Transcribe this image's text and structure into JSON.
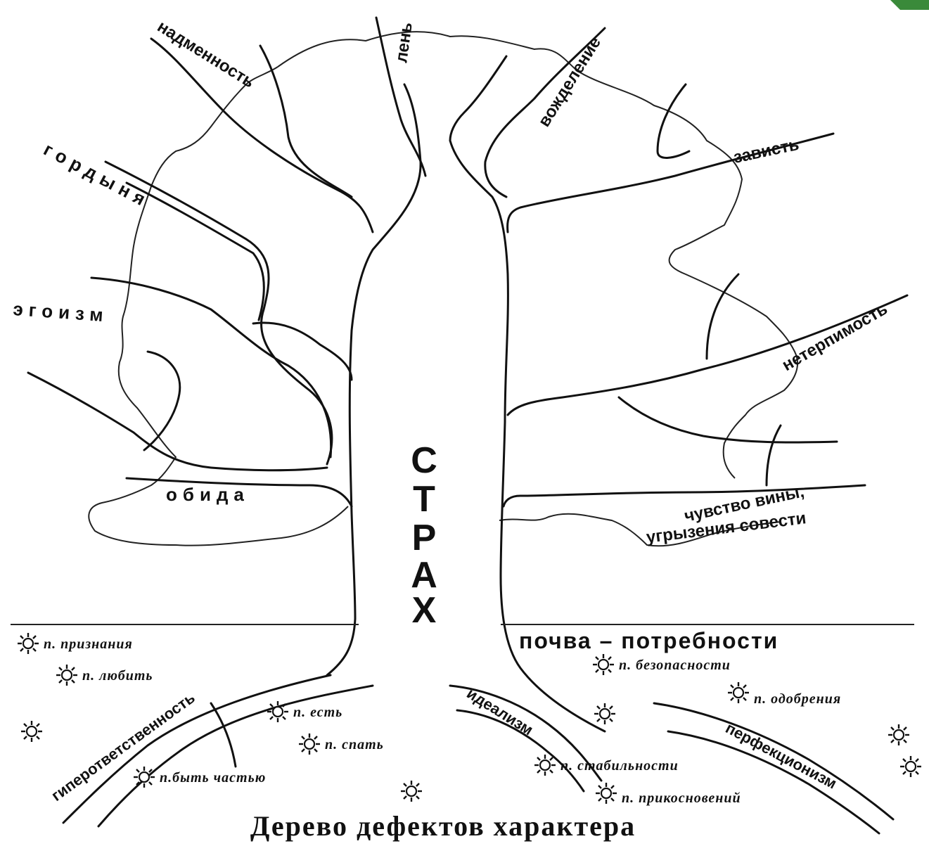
{
  "title": "Дерево дефектов характера",
  "trunk": [
    "С",
    "Т",
    "Р",
    "А",
    "Х"
  ],
  "branches": {
    "nadmennost": "надменность",
    "len": "лень",
    "vozhdelenie": "вожделение",
    "zavist": "зависть",
    "gordynya": "гордыня",
    "egoizm": "эгоизм",
    "neterpimost": "нетерпимость",
    "obida": "обида",
    "vina_line1": "чувство вины,",
    "vina_line2": "угрызения совести"
  },
  "soil": "почва – потребности",
  "needs_left": {
    "priznaniya": "п. признания",
    "lyubit": "п. любить",
    "est": "п. есть",
    "spat": "п. спать",
    "schastye": "п.быть частью"
  },
  "needs_right": {
    "bezopasnosti": "п. безопасности",
    "odobreniya": "п. одобрения",
    "stabilnosti": "п. стабильности",
    "prikosnoveniya": "п. прикосновений"
  },
  "roots": {
    "left": "гиперответственность",
    "middle": "идеализм",
    "right": "перфекционизм"
  },
  "icons": {
    "sun": "sun-icon",
    "corner": "corner-tab"
  },
  "colors": {
    "ink": "#111111",
    "corner": "#3a8a3a"
  }
}
